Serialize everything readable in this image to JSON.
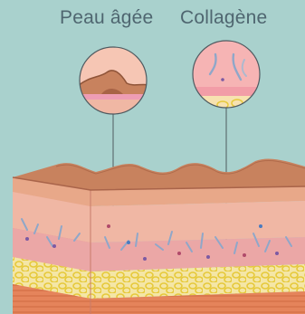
{
  "labels": {
    "aged_skin": "Peau âgée",
    "collagen": "Collagène"
  },
  "colors": {
    "background": "#a9d1cd",
    "surface_top": "#c8825e",
    "epidermis": "#e8a889",
    "dermis": "#f0b7a4",
    "dermis_deep": "#e9a0a0",
    "fat_layer": "#f4e6a6",
    "fat_cells": "#e6c93a",
    "muscle": "#e5845b",
    "collagen_fiber": "#8fa7c9",
    "leader_line": "#4f5a60"
  },
  "icons": {
    "aged_skin_zoom": "magnifier-circle",
    "collagen_zoom": "magnifier-circle"
  }
}
